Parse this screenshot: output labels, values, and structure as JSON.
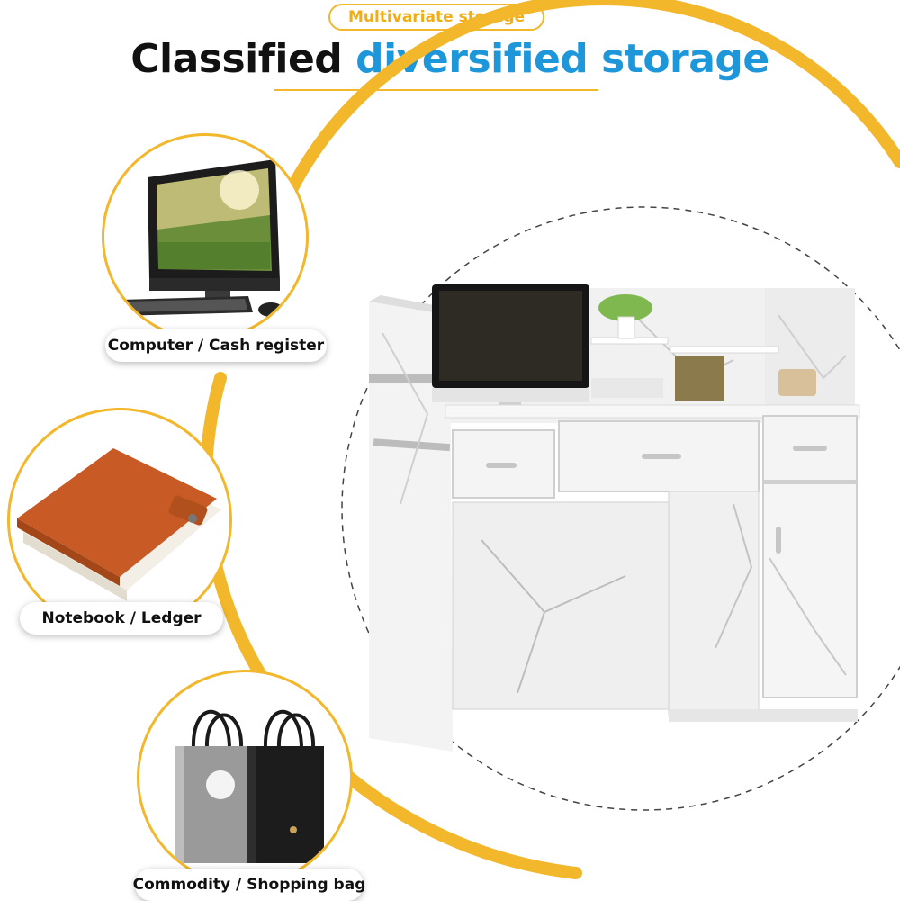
{
  "header": {
    "badge": "Multivariate storage",
    "title_dark": "Classified",
    "title_blue": "diversified storage"
  },
  "colors": {
    "accent_orange": "#f2b72b",
    "title_blue": "#1e97da",
    "title_dark": "#111111"
  },
  "features": [
    {
      "label": "Computer / Cash register",
      "icon": "computer-icon"
    },
    {
      "label": "Notebook / Ledger",
      "icon": "notebook-icon"
    },
    {
      "label": "Commodity / Shopping bag",
      "icon": "shopping-bag-icon"
    }
  ],
  "product": {
    "image": "white-marble-reception-desk"
  }
}
